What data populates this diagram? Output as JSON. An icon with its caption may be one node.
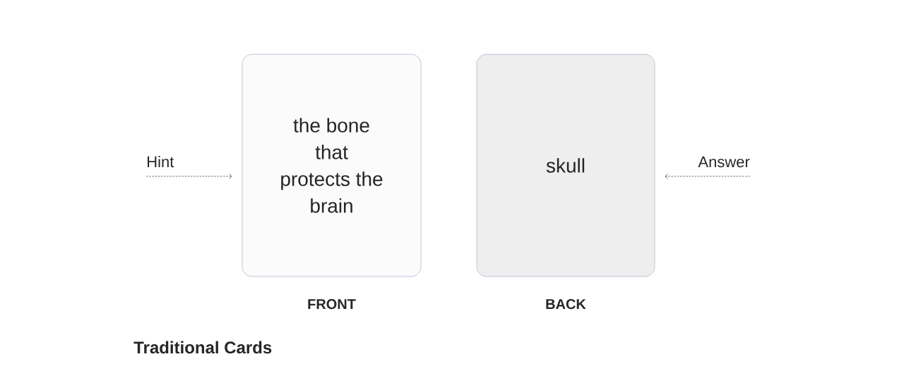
{
  "diagram": {
    "caption": "Traditional Cards",
    "nodes": [
      {
        "text": [
          "Hint"
        ]
      },
      {
        "text": [
          "the bone that protects the brain"
        ],
        "beside": [
          "FRONT"
        ]
      },
      {
        "text": [
          "skull"
        ],
        "beside": [
          "BACK"
        ]
      },
      {
        "text": [
          "Answer"
        ]
      }
    ],
    "edges": [
      {
        "from": 0,
        "to": 1,
        "arrow": "to",
        "style": "dashed"
      },
      {
        "from": 3,
        "to": 2,
        "arrow": "to",
        "style": "dashed"
      }
    ]
  }
}
